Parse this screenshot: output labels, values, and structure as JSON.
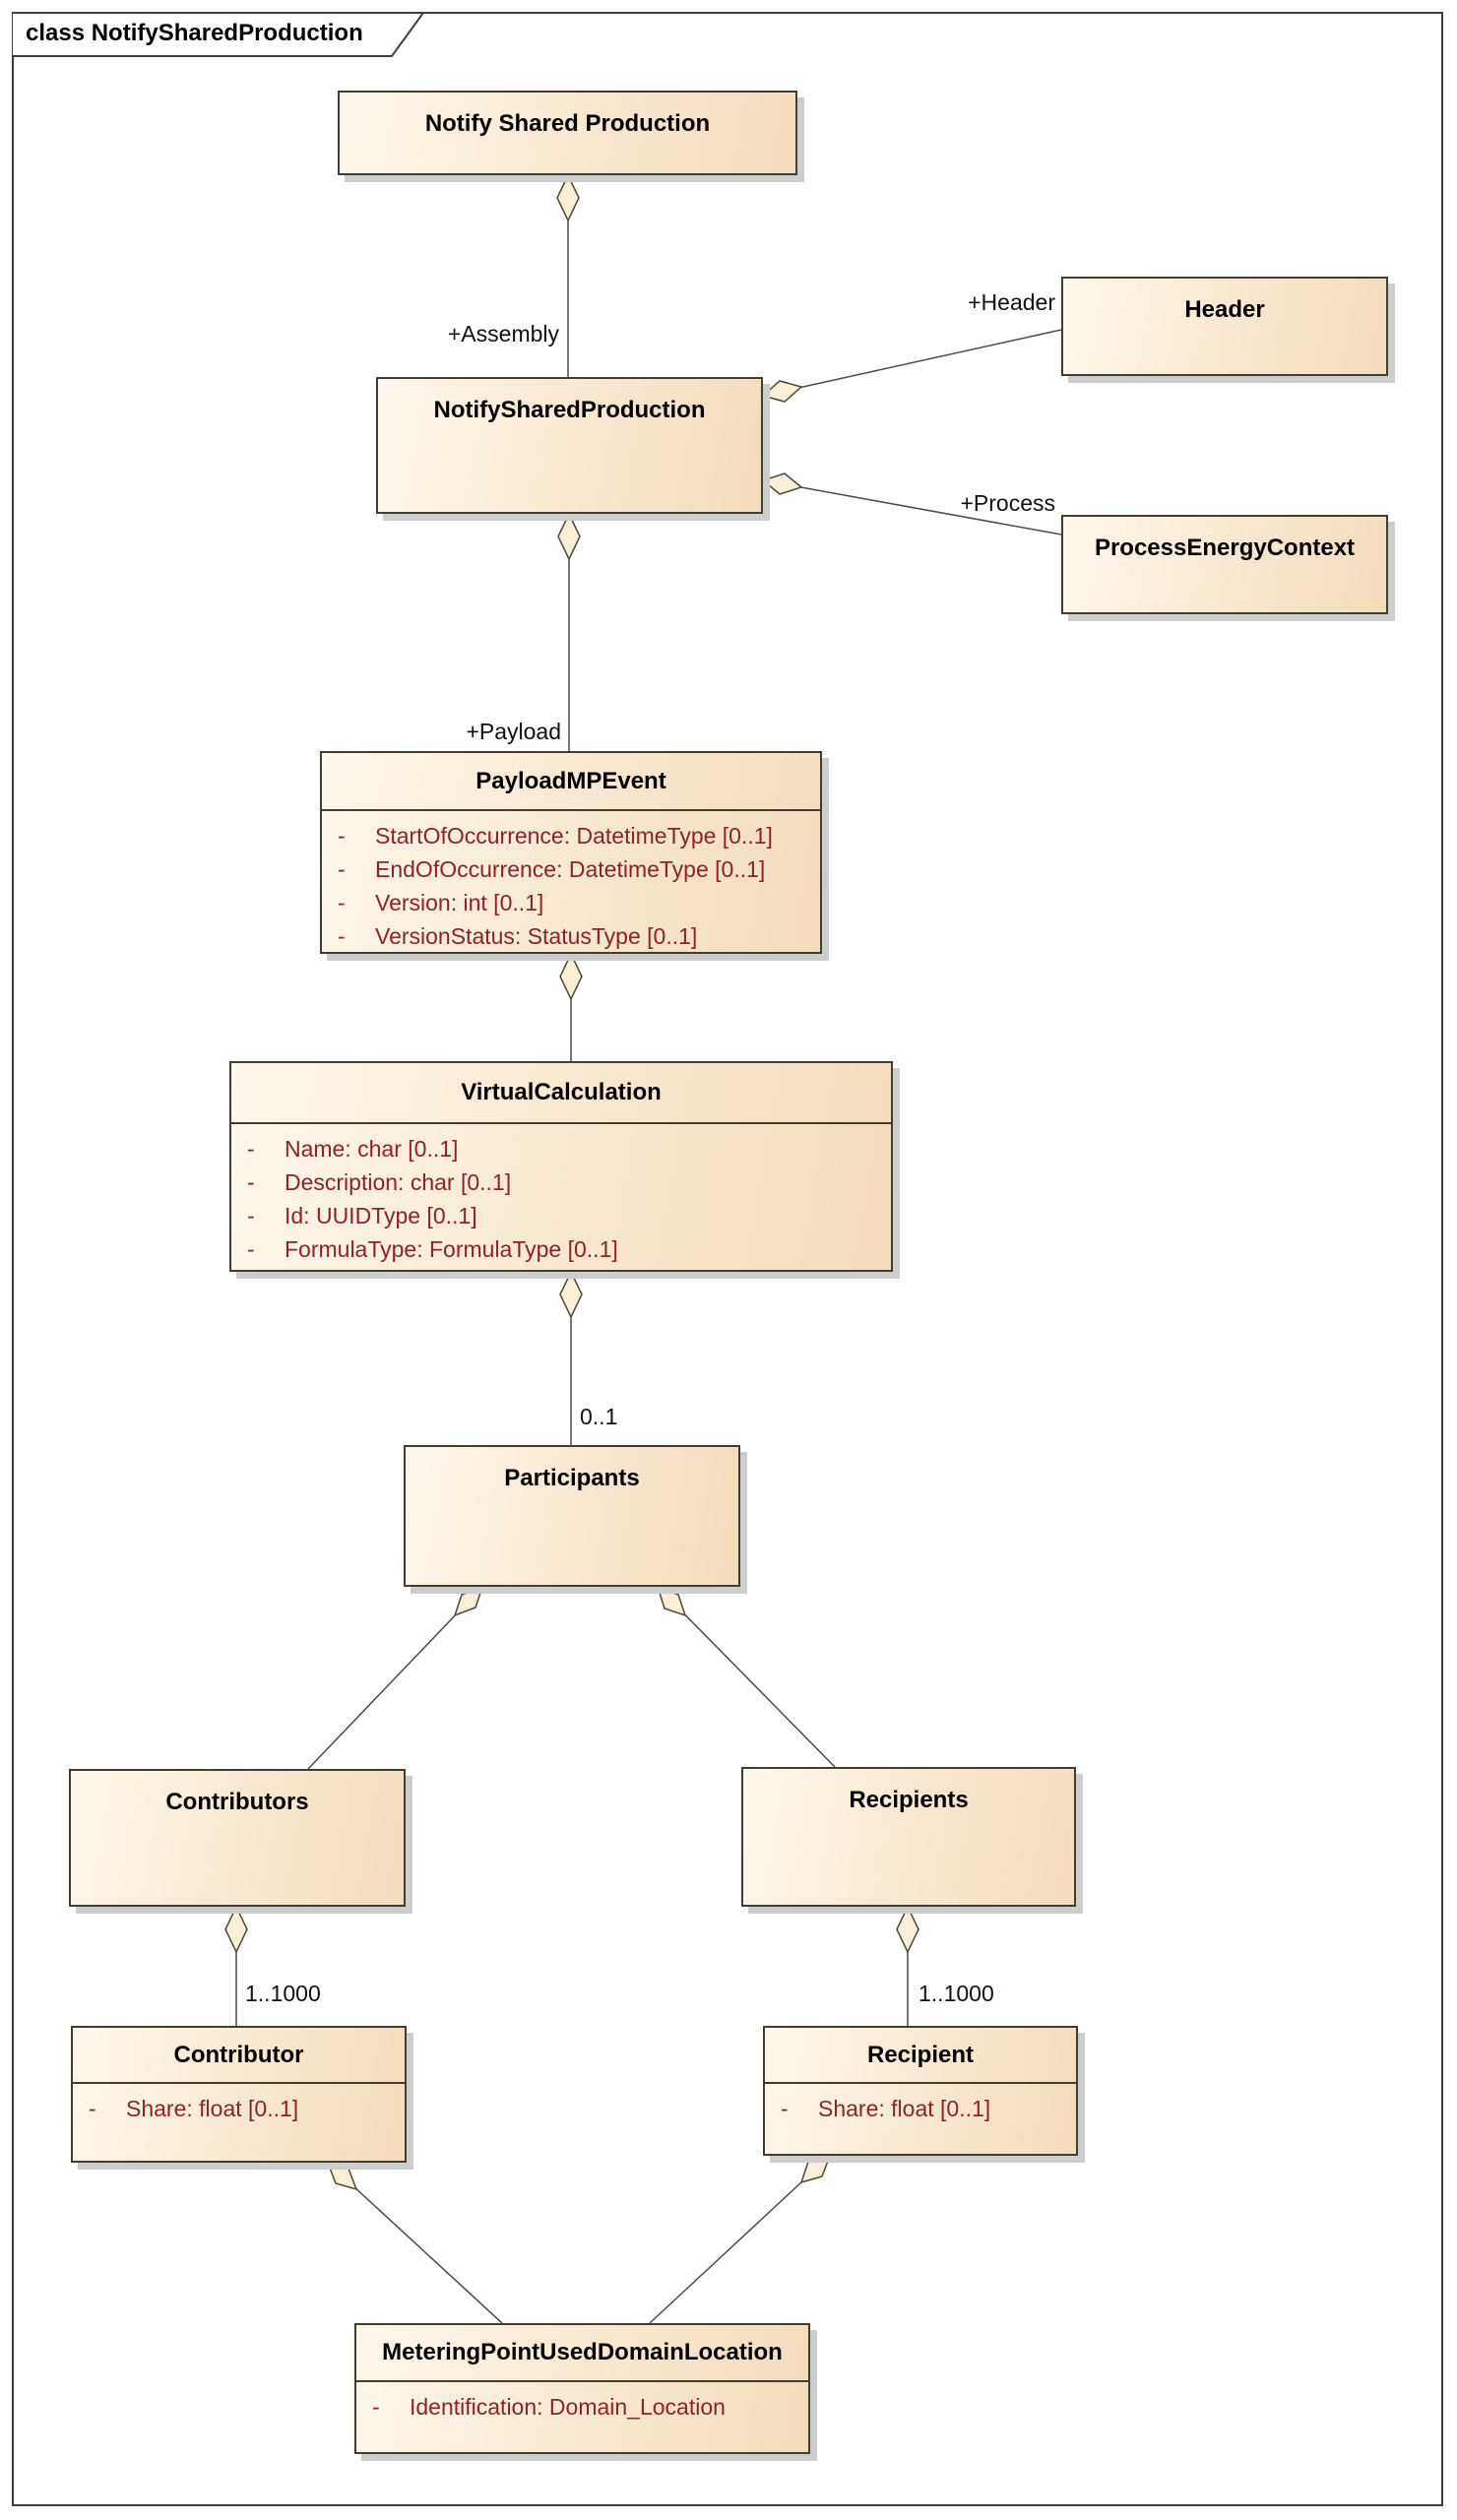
{
  "diagram": {
    "frame_label": "class NotifySharedProduction",
    "type": "UML class diagram"
  },
  "colors": {
    "box_fill_light": "#fdf7ec",
    "box_fill_dark": "#f3dcbc",
    "box_border": "#413d30",
    "box_shadow": "#cdcdcd",
    "name_text": "#000000",
    "attribute_text": "#8e2323",
    "line": "#4b4b4b",
    "diamond_fill": "#faeed6",
    "frame_border": "#3e3e3e"
  },
  "classes": [
    {
      "name": "Notify Shared Production",
      "attributes": []
    },
    {
      "name": "NotifySharedProduction",
      "attributes": []
    },
    {
      "name": "Header",
      "attributes": []
    },
    {
      "name": "ProcessEnergyContext",
      "attributes": []
    },
    {
      "name": "PayloadMPEvent",
      "attributes": [
        {
          "visibility": "-",
          "text": "StartOfOccurrence: DatetimeType [0..1]"
        },
        {
          "visibility": "-",
          "text": "EndOfOccurrence: DatetimeType [0..1]"
        },
        {
          "visibility": "-",
          "text": "Version: int [0..1]"
        },
        {
          "visibility": "-",
          "text": "VersionStatus: StatusType [0..1]"
        }
      ]
    },
    {
      "name": "VirtualCalculation",
      "attributes": [
        {
          "visibility": "-",
          "text": "Name: char [0..1]"
        },
        {
          "visibility": "-",
          "text": "Description: char [0..1]"
        },
        {
          "visibility": "-",
          "text": "Id: UUIDType [0..1]"
        },
        {
          "visibility": "-",
          "text": "FormulaType: FormulaType [0..1]"
        }
      ]
    },
    {
      "name": "Participants",
      "attributes": []
    },
    {
      "name": "Contributors",
      "attributes": []
    },
    {
      "name": "Recipients",
      "attributes": []
    },
    {
      "name": "Contributor",
      "attributes": [
        {
          "visibility": "-",
          "text": "Share: float [0..1]"
        }
      ]
    },
    {
      "name": "Recipient",
      "attributes": [
        {
          "visibility": "-",
          "text": "Share: float [0..1]"
        }
      ]
    },
    {
      "name": "MeteringPointUsedDomainLocation",
      "attributes": [
        {
          "visibility": "-",
          "text": "Identification: Domain_Location"
        }
      ]
    }
  ],
  "connector_labels": {
    "assembly_role": "+Assembly",
    "header_role": "+Header",
    "process_role": "+Process",
    "payload_role": "+Payload",
    "participants_multiplicity": "0..1",
    "contributors_multiplicity": "1..1000",
    "recipients_multiplicity": "1..1000"
  },
  "relationships": [
    {
      "type": "aggregation",
      "whole": "Notify Shared Production",
      "part": "NotifySharedProduction",
      "role": "+Assembly"
    },
    {
      "type": "aggregation",
      "whole": "NotifySharedProduction",
      "part": "Header",
      "role": "+Header"
    },
    {
      "type": "aggregation",
      "whole": "NotifySharedProduction",
      "part": "ProcessEnergyContext",
      "role": "+Process"
    },
    {
      "type": "aggregation",
      "whole": "NotifySharedProduction",
      "part": "PayloadMPEvent",
      "role": "+Payload"
    },
    {
      "type": "aggregation",
      "whole": "PayloadMPEvent",
      "part": "VirtualCalculation",
      "role": ""
    },
    {
      "type": "aggregation",
      "whole": "VirtualCalculation",
      "part": "Participants",
      "multiplicity": "0..1"
    },
    {
      "type": "aggregation",
      "whole": "Participants",
      "part": "Contributors",
      "role": ""
    },
    {
      "type": "aggregation",
      "whole": "Participants",
      "part": "Recipients",
      "role": ""
    },
    {
      "type": "aggregation",
      "whole": "Contributors",
      "part": "Contributor",
      "multiplicity": "1..1000"
    },
    {
      "type": "aggregation",
      "whole": "Recipients",
      "part": "Recipient",
      "multiplicity": "1..1000"
    },
    {
      "type": "aggregation",
      "whole": "Contributor",
      "part": "MeteringPointUsedDomainLocation",
      "role": ""
    },
    {
      "type": "aggregation",
      "whole": "Recipient",
      "part": "MeteringPointUsedDomainLocation",
      "role": ""
    }
  ]
}
